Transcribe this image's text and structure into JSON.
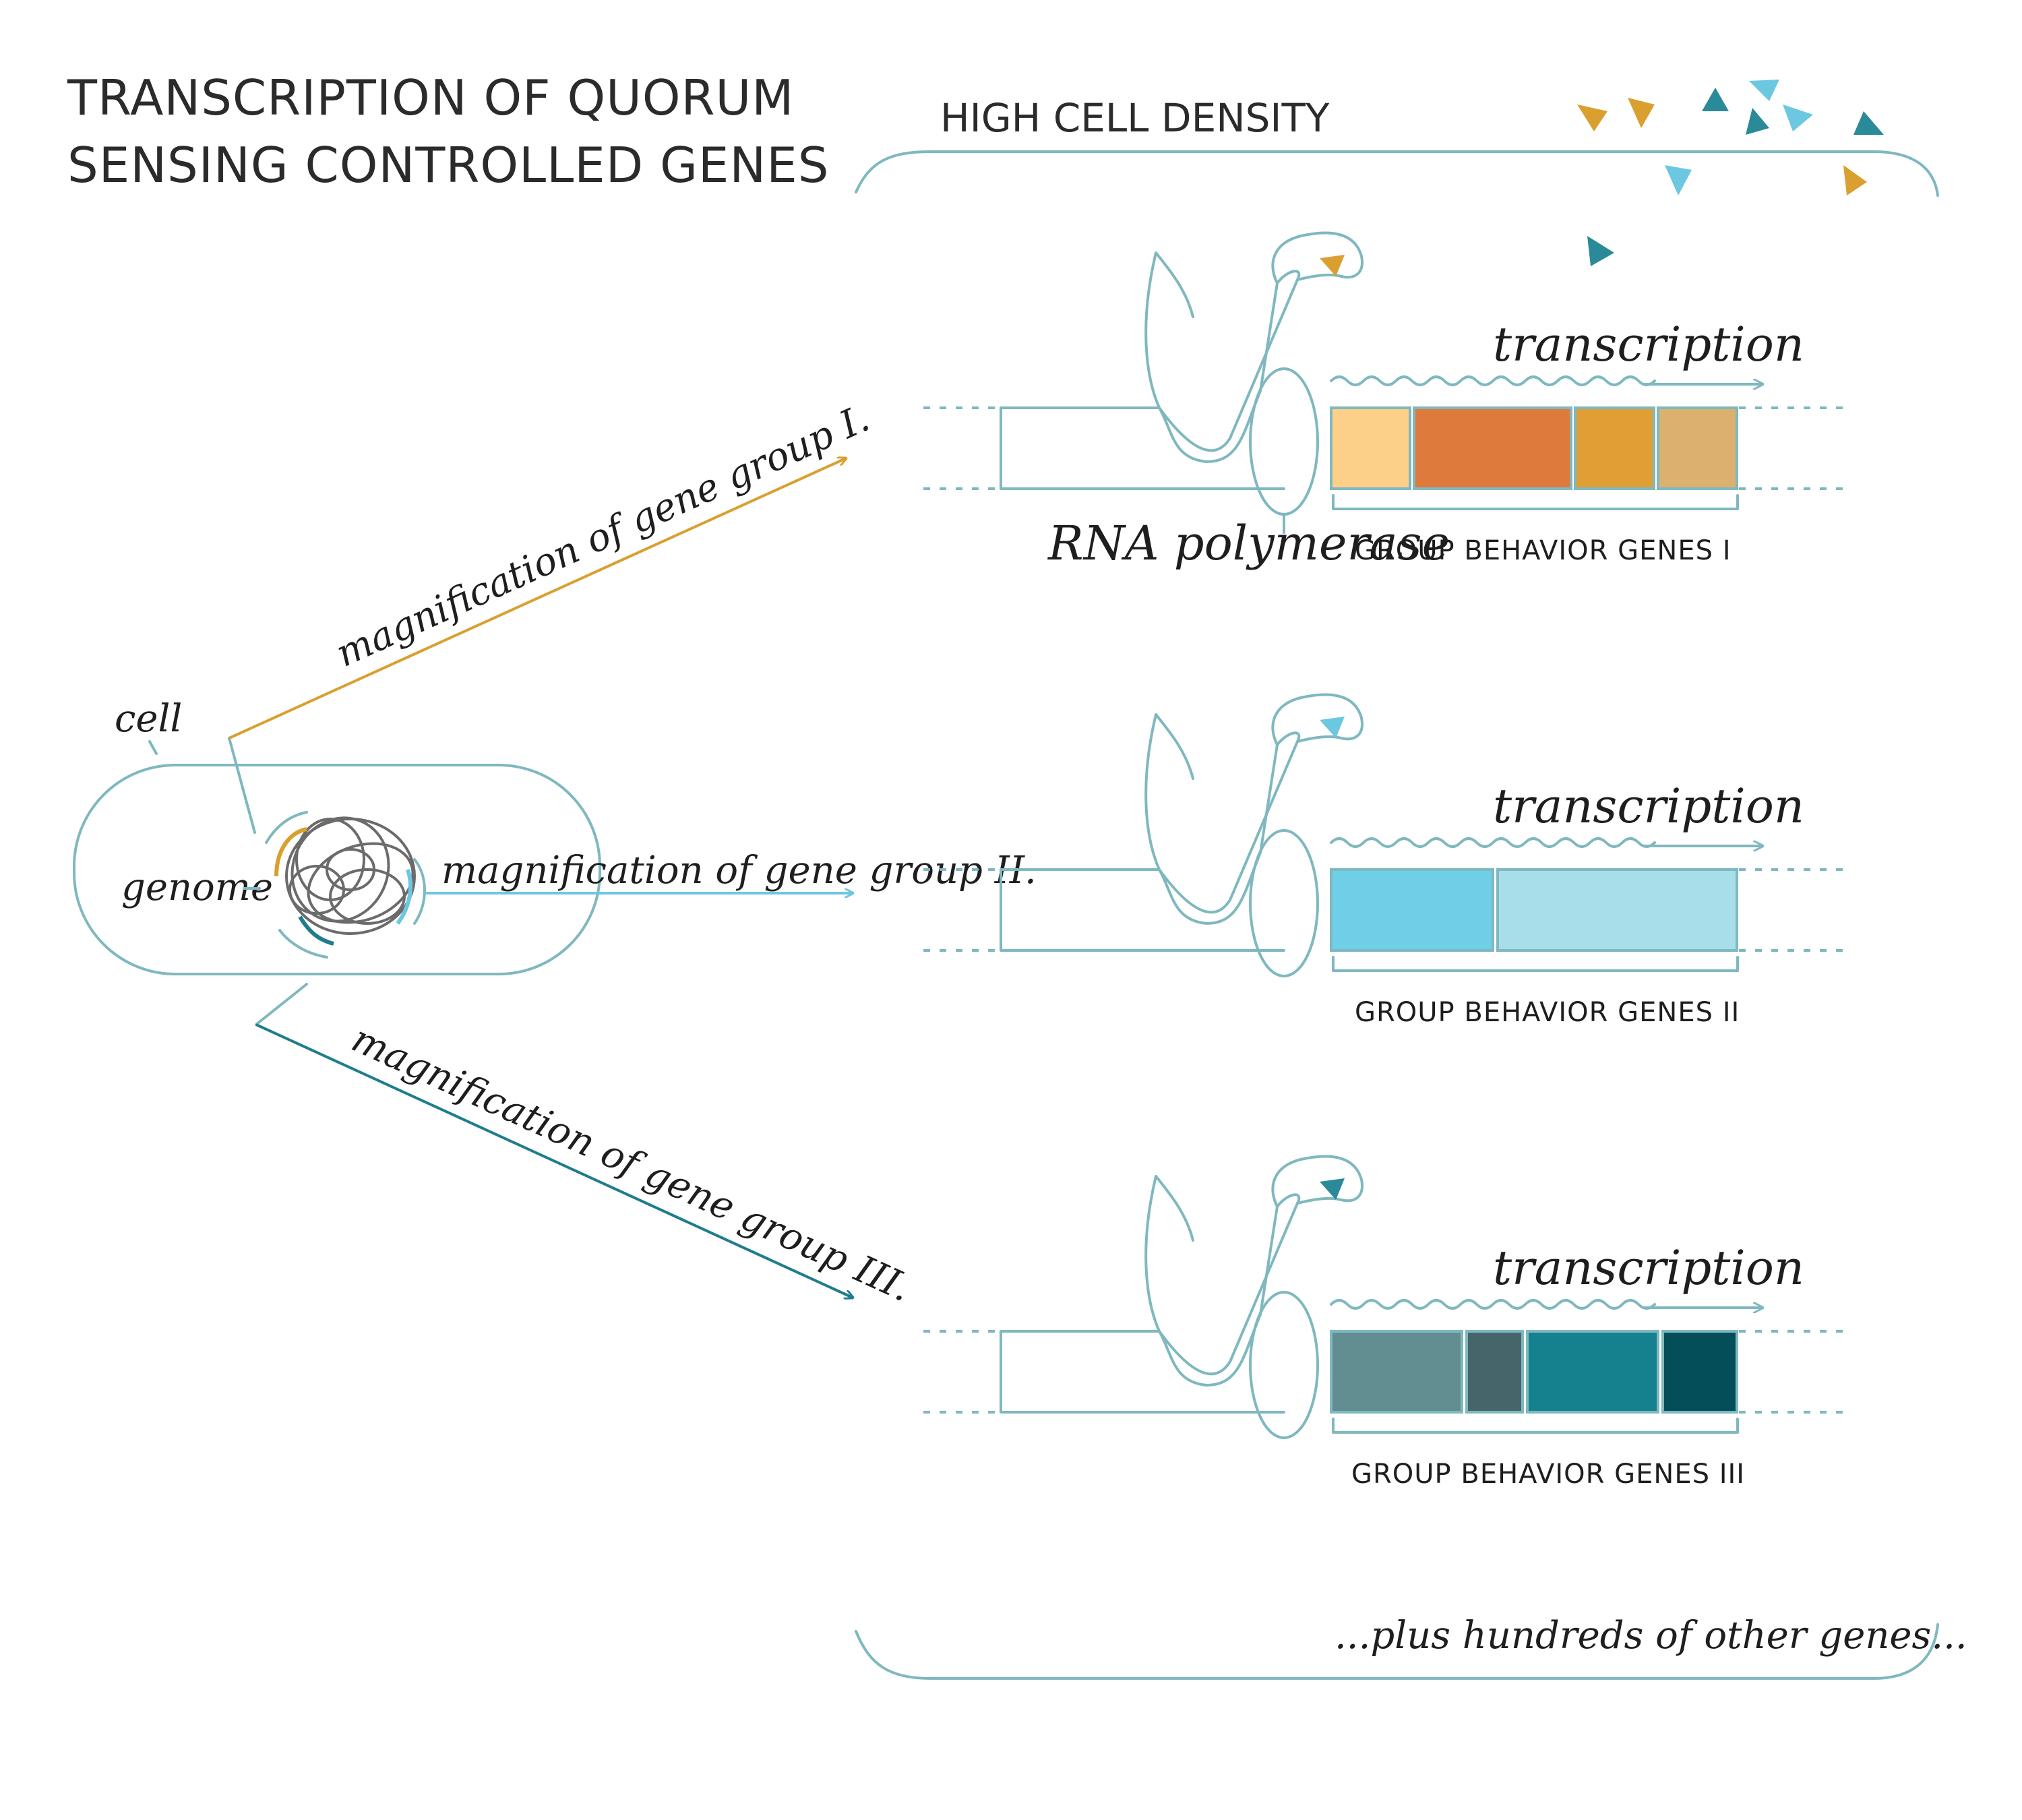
{
  "title": {
    "line1": "TRANSCRIPTION OF QUORUM",
    "line2": "SENSING CONTROLLED GENES"
  },
  "panel": {
    "header": "HIGH CELL DENSITY",
    "footer": "...plus hundreds of other genes..."
  },
  "cell": {
    "cell_label": "cell",
    "genome_label": "genome"
  },
  "arrows": [
    {
      "label": "magnification of gene group I.",
      "color": "#d9a030"
    },
    {
      "label": "magnification of gene group II.",
      "color": "#6cc7e0"
    },
    {
      "label": "magnification of gene group III.",
      "color": "#1e7d8c"
    }
  ],
  "gene_groups": [
    {
      "transcription_label": "transcription",
      "polymerase_label": "RNA polymerase",
      "genes_label": "GROUP BEHAVIOR GENES I",
      "signal_color": "#d9a030",
      "gene_colors": [
        "#fdd08a",
        "#de7a3c",
        "#e09e34",
        "#dcb06f"
      ]
    },
    {
      "transcription_label": "transcription",
      "genes_label": "GROUP BEHAVIOR GENES II",
      "signal_color": "#6cc7e0",
      "gene_colors": [
        "#6fcfe6",
        "#a8deea"
      ]
    },
    {
      "transcription_label": "transcription",
      "genes_label": "GROUP BEHAVIOR GENES III",
      "signal_color": "#2a8a99",
      "gene_colors": [
        "#628e92",
        "#46656a",
        "#15818e",
        "#044e5a"
      ]
    }
  ],
  "colors": {
    "outline": "#7fb8bf",
    "signal_orange": "#d9a030",
    "signal_light_blue": "#6cc7e0",
    "signal_teal": "#2a8a99"
  }
}
